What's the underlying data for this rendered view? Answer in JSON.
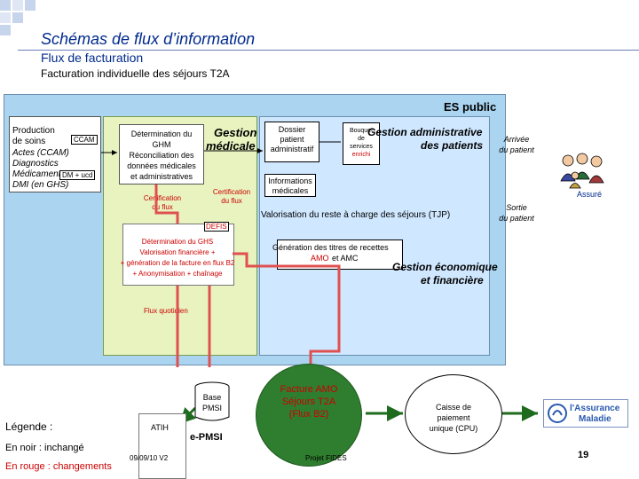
{
  "header": {
    "title": "Schémas de flux d’information",
    "subtitle": "Flux de facturation",
    "subsubtitle": "Facturation individuelle des séjours T2A"
  },
  "es_public": {
    "label": "ES public"
  },
  "production": {
    "lines": [
      "Production",
      "de soins",
      "Actes (CCAM)",
      "Diagnostics",
      "Médicaments",
      "DMI (en GHS)"
    ],
    "ccam_tag": "CCAM",
    "dm_tag": "DM + ucd"
  },
  "gestion_medicale": {
    "title_line1": "Gestion",
    "title_line2": "médicale",
    "process_lines": [
      "Détermination du",
      "GHM",
      "Réconciliation des",
      "données médicales",
      "et administratives"
    ],
    "certif_left": [
      "Certification",
      "du flux"
    ],
    "certif_right": [
      "Certification",
      "du flux"
    ]
  },
  "defis": {
    "tag": "DEFIS",
    "lines": [
      "Détermination du GHS",
      "Valorisation financière +",
      "+ génération de la facture en flux B2",
      "+ Anonymisation + chaînage"
    ],
    "flux_label": "Flux quotidien"
  },
  "admin": {
    "dossier": [
      "Dossier",
      "patient",
      "administratif"
    ],
    "infos": [
      "Informations",
      "médicales"
    ],
    "bouquet": [
      "Bouquet",
      "de",
      "services",
      "enrichi"
    ],
    "title_line1": "Gestion administrative",
    "title_line2": "des patients",
    "valorisation": "Valorisation du reste à charge des séjours (TJP)",
    "generation_line1": "Génération des titres de recettes",
    "generation_amo": "AMO",
    "generation_et": "et AMC",
    "gestion_eco_line1": "Gestion économique",
    "gestion_eco_line2": "et financière"
  },
  "right_side": {
    "arrivee": [
      "Arrivée",
      "du patient"
    ],
    "assure": "Assuré",
    "sortie": [
      "Sortie",
      "du patient"
    ]
  },
  "bottom": {
    "base_pmsi": [
      "Base",
      "PMSI"
    ],
    "atih": "ATIH",
    "epmsi": "e-PMSI",
    "facture": [
      "Facture AMO",
      "Séjours T2A",
      "(Flux B2)"
    ],
    "caisse": [
      "Caisse de",
      "paiement",
      "unique (CPU)"
    ],
    "assurance_logo": [
      "l'Assurance",
      "Maladie"
    ],
    "date": "09/09/10 V2",
    "projet": "Projet FIDES",
    "page_number": "19"
  },
  "legend": {
    "title": "Légende :",
    "black": "En noir : inchangé",
    "red": "En rouge : changements"
  },
  "colors": {
    "title_blue": "#002a8c",
    "flow_red": "#e05050",
    "arrow_green": "#1e6b1e",
    "panel_green": "#e8f3c0",
    "panel_blue": "#cfe7ff",
    "es_blue": "#aad4f0",
    "red_text": "#cc0000"
  }
}
